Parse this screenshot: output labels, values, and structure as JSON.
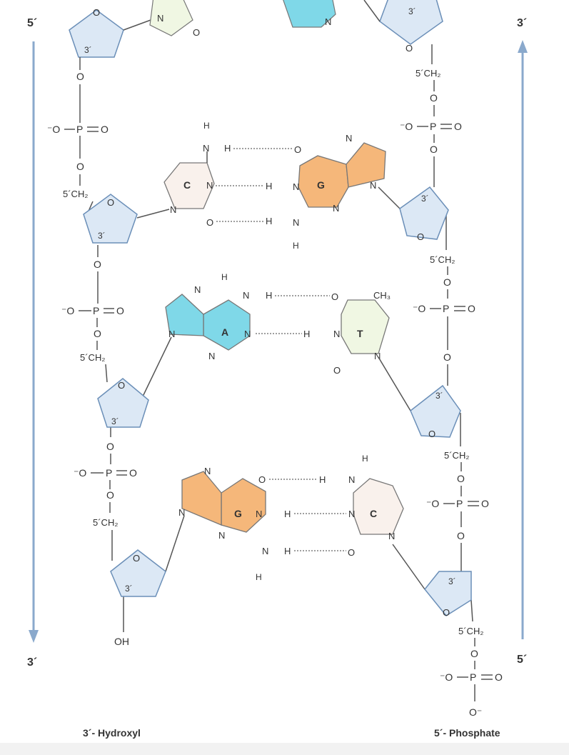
{
  "strand_ends": {
    "left_top": "5´",
    "left_bottom": "3´",
    "right_top": "3´",
    "right_bottom": "5´"
  },
  "captions": {
    "left": "3´- Hydroxyl",
    "right": "5´- Phosphate"
  },
  "atoms": {
    "O": "O",
    "N": "N",
    "H": "H",
    "OH": "OH",
    "prime3": "3´",
    "ch2": "5´CH₂",
    "ch3": "CH₃",
    "o_minus": "⁻O",
    "p": "P",
    "o_minus_end": "O⁻"
  },
  "bases": {
    "c1": "C",
    "g1": "G",
    "a1": "A",
    "t1": "T",
    "g2": "G",
    "c2": "C"
  },
  "colors": {
    "sugar": "#dce8f5",
    "sugar_stroke": "#6b8fb8",
    "guanine": "#f5b77a",
    "adenine": "#7fd8e8",
    "cytosine": "#f9f1ec",
    "thymine": "#f0f7e3",
    "arrow": "#8aa9cc"
  }
}
